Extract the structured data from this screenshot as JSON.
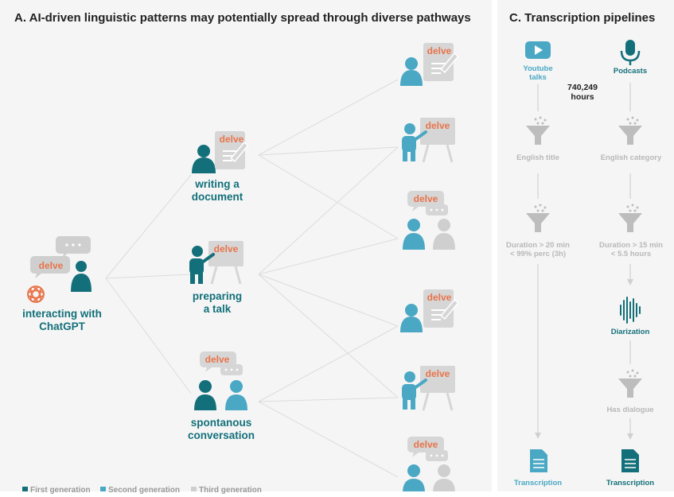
{
  "panelA": {
    "title": "A. AI-driven linguistic patterns may potentially spread through diverse pathways",
    "delve_word": "delve",
    "source_label": [
      "interacting with",
      "ChatGPT"
    ],
    "stages": [
      {
        "label": [
          "writing a",
          "document"
        ]
      },
      {
        "label": [
          "preparing",
          "a talk"
        ]
      },
      {
        "label": [
          "spontanous",
          "conversation"
        ]
      }
    ],
    "legend": [
      "First generation",
      "Second generation",
      "Third generation"
    ]
  },
  "panelC": {
    "title": "C. Transcription pipelines",
    "youtube_label": [
      "Youtube",
      "talks"
    ],
    "podcasts_label": "Podcasts",
    "hours_label": [
      "740,249",
      "hours"
    ],
    "yt_filter1": "English title",
    "pod_filter1": "English category",
    "yt_filter2": [
      "Duration > 20 min",
      "< 99% perc (3h)"
    ],
    "pod_filter2": [
      "Duration > 15 min",
      "< 5.5 hours"
    ],
    "diarization": "Diarization",
    "dialogue": "Has dialogue",
    "yt_output": "Transcription",
    "pod_output": "Transcription"
  },
  "colors": {
    "dark": "#13707a",
    "mid": "#4aa8c4",
    "grey": "#c8c8c8",
    "accent": "#e8744a"
  }
}
